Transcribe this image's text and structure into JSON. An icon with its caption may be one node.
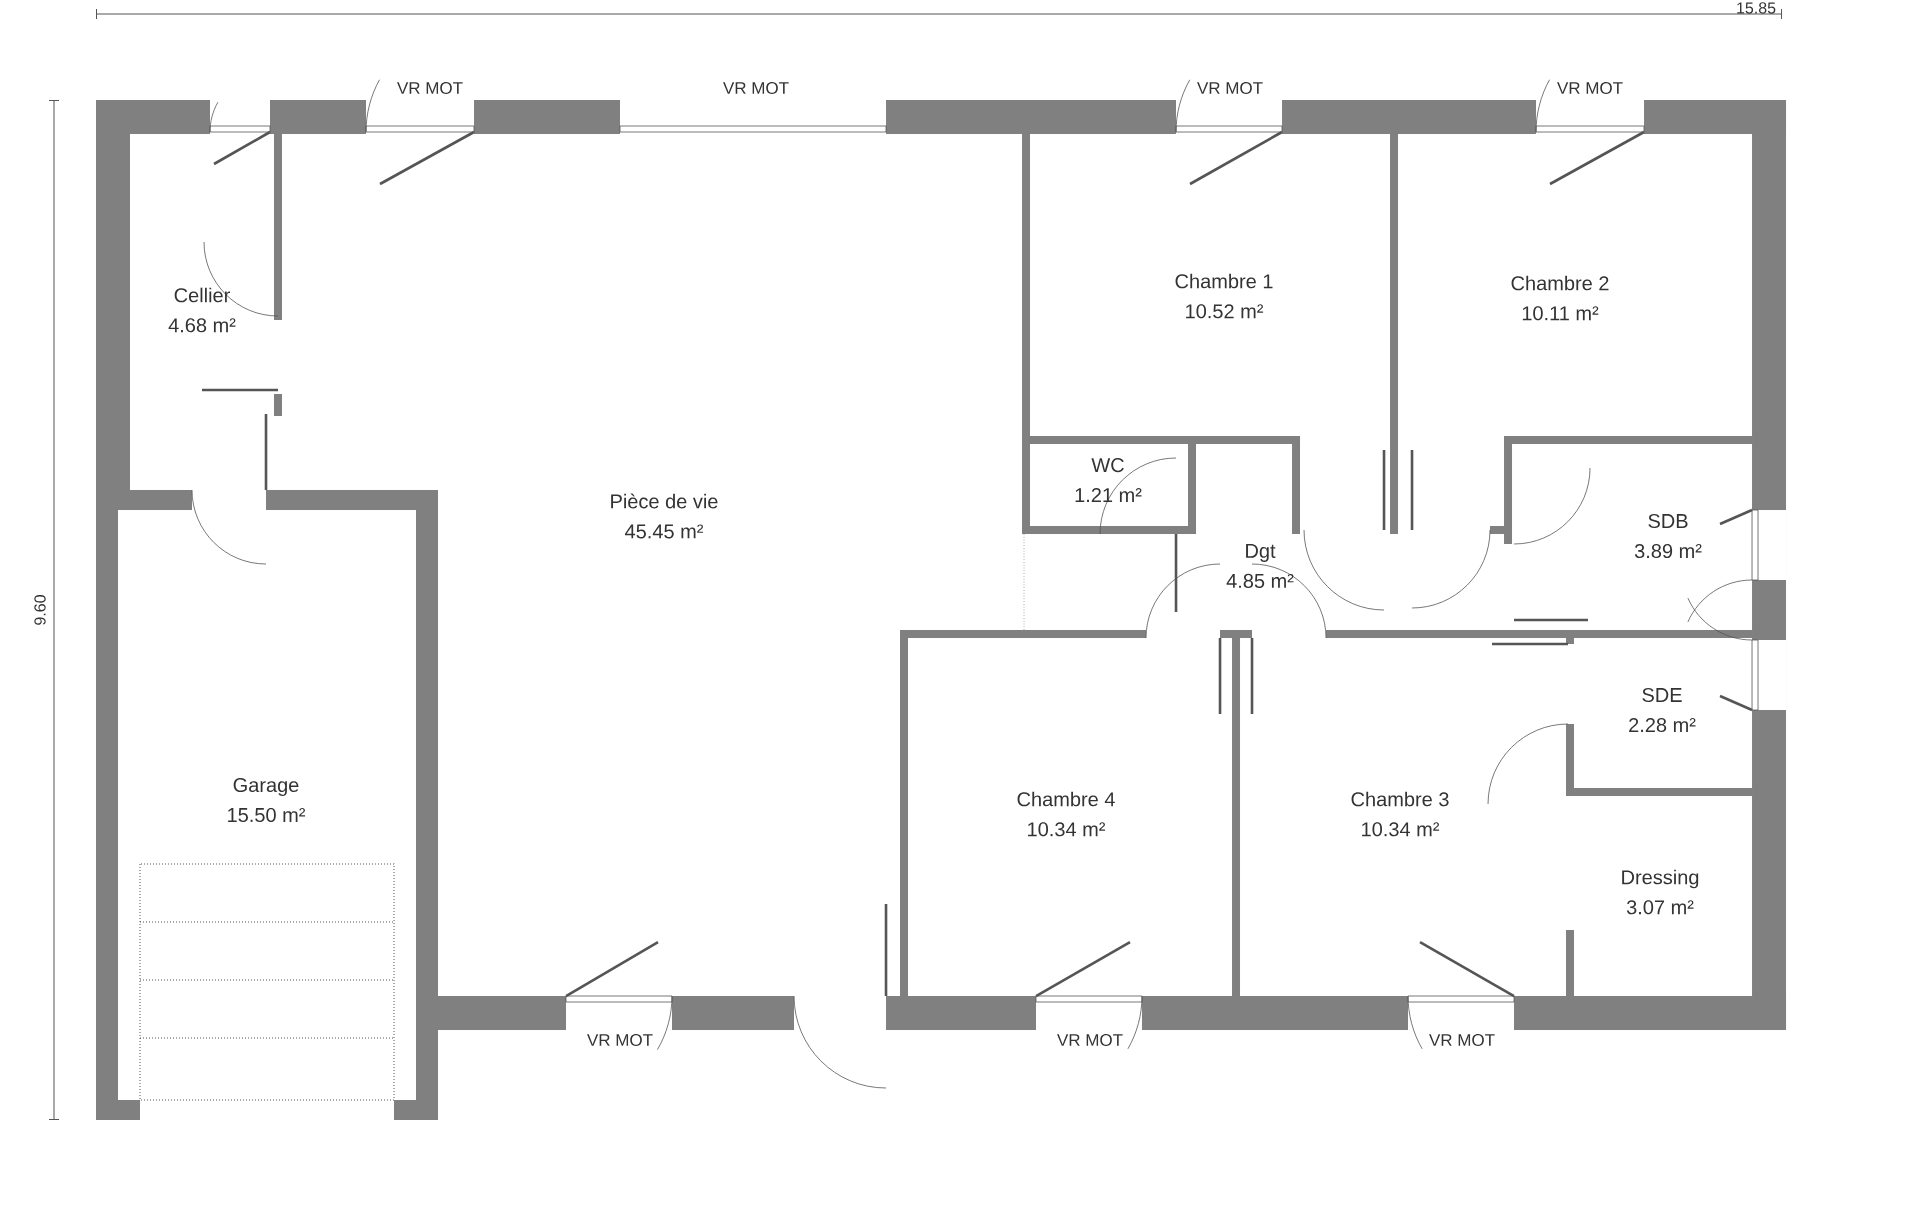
{
  "diagram": {
    "nodes": [
      {
        "text": [
          "Cellier",
          "4.68 m²"
        ]
      },
      {
        "text": [
          "Chambre 1",
          "10.52 m²"
        ]
      },
      {
        "text": [
          "Chambre 2",
          "10.11 m²"
        ]
      },
      {
        "text": [
          "WC",
          "1.21 m²"
        ]
      },
      {
        "text": [
          "Pièce de vie",
          "45.45 m²"
        ]
      },
      {
        "text": [
          "SDB",
          "3.89 m²"
        ]
      },
      {
        "text": [
          "Dgt",
          "4.85 m²"
        ]
      },
      {
        "text": [
          "SDE",
          "2.28 m²"
        ]
      },
      {
        "text": [
          "Garage",
          "15.50 m²"
        ]
      },
      {
        "text": [
          "Chambre 4",
          "10.34 m²"
        ]
      },
      {
        "text": [
          "Chambre 3",
          "10.34 m²"
        ]
      },
      {
        "text": [
          "Dressing",
          "3.07 m²"
        ]
      }
    ],
    "labels": [
      "15.85",
      "VR MOT",
      "VR MOT",
      "VR MOT",
      "VR MOT",
      "9.60",
      "VR MOT",
      "VR MOT",
      "VR MOT"
    ]
  }
}
